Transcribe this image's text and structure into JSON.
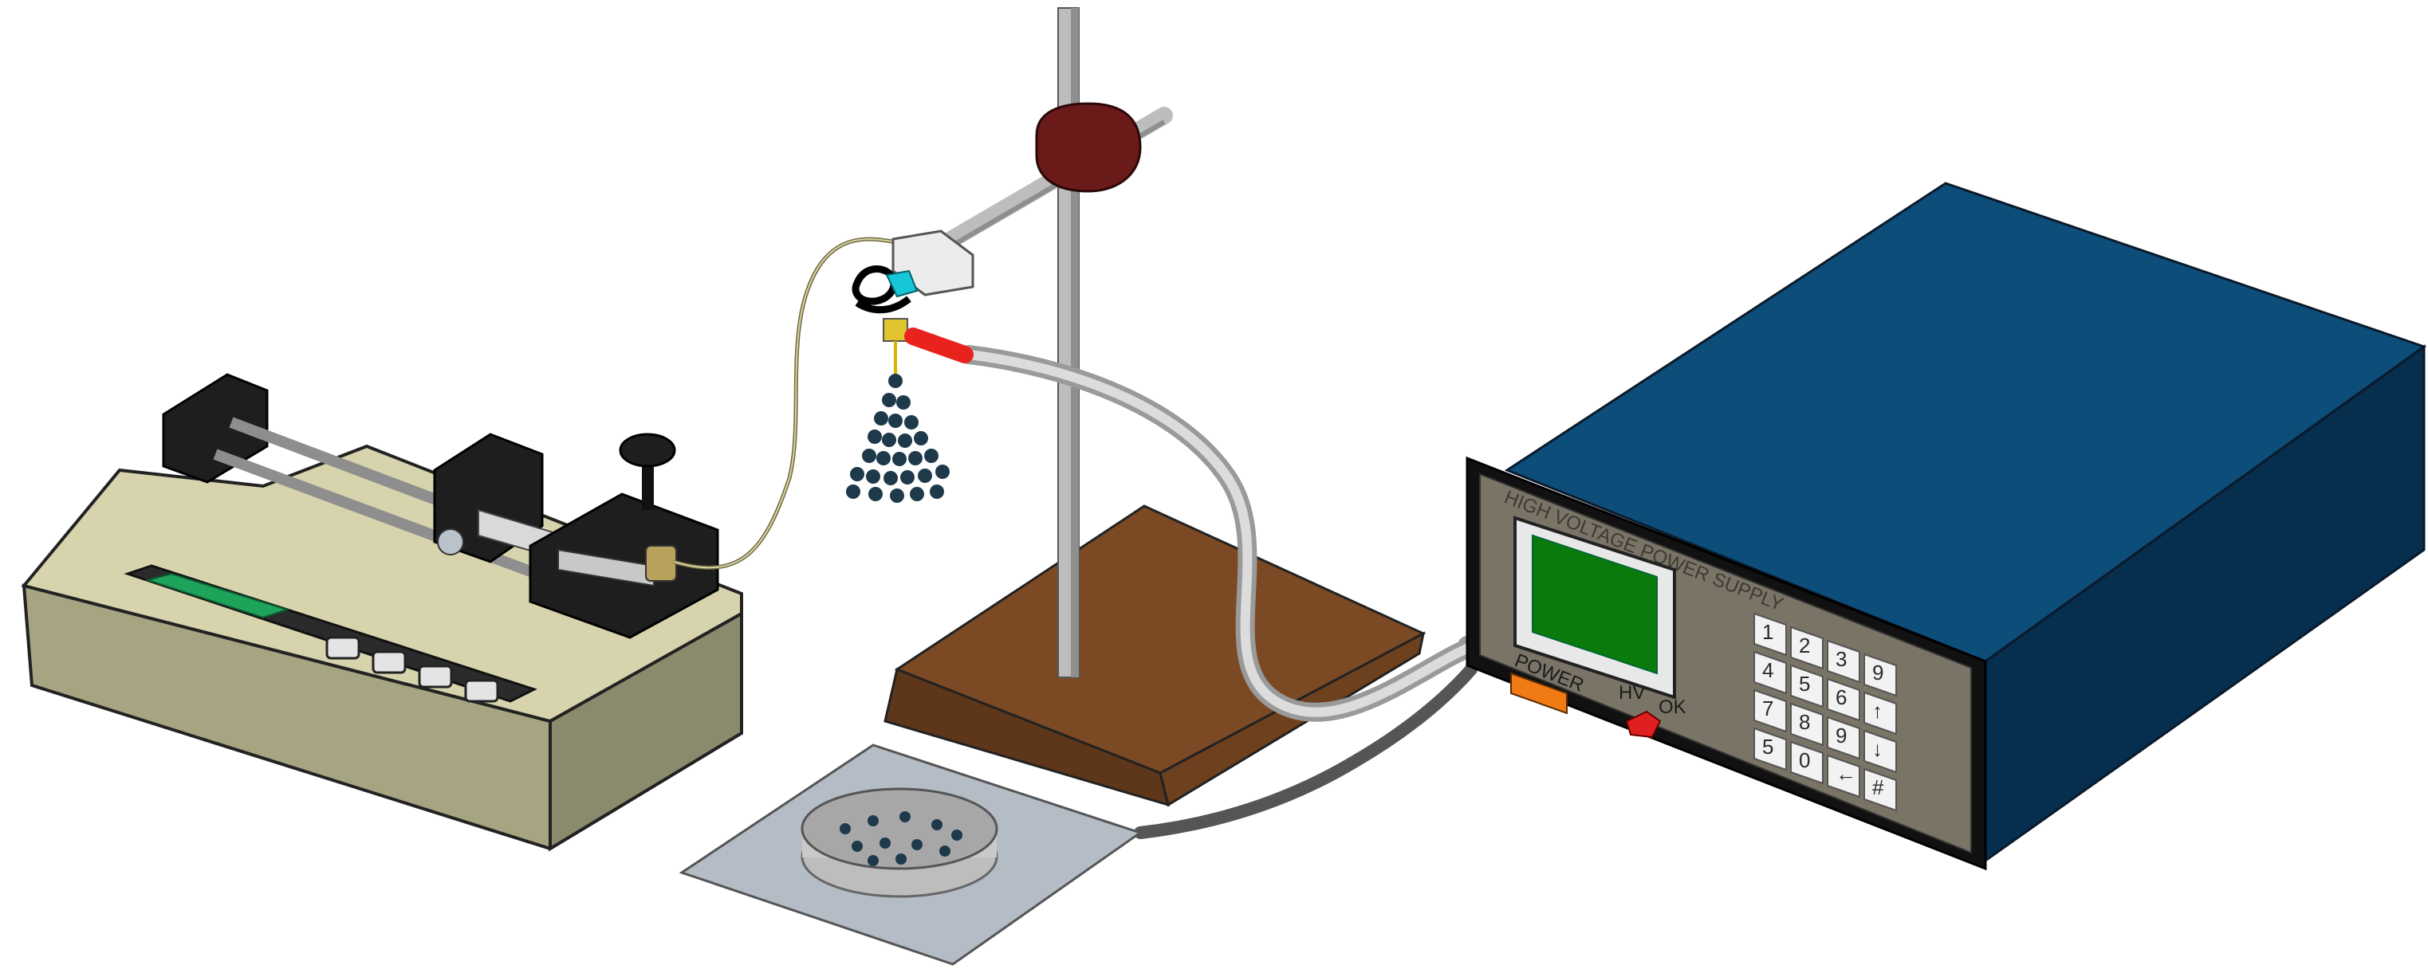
{
  "syringe_pump": {
    "buttons": [
      "",
      "",
      "",
      ""
    ]
  },
  "hv_supply": {
    "title_label": "HIGH VOLTAGE POWER SUPPLY",
    "power_label": "POWER",
    "hv_label": "HV",
    "ok_label": "OK",
    "keypad": [
      "1",
      "2",
      "3",
      "9",
      "4",
      "5",
      "6",
      "↑",
      "7",
      "8",
      "9",
      "↓",
      "5",
      "0",
      "←",
      "#"
    ]
  },
  "colors": {
    "pump_body": "#d6d3ad",
    "pump_dark": "#a7a482",
    "stand_base": "#7b4a25",
    "stand_clamp": "#6b1a1a",
    "supply_top": "#0d4d7a",
    "supply_side": "#062e4f",
    "supply_panel": "#7a7467",
    "screen": "#0a7a0a",
    "power_button": "#f07a14",
    "hv_button": "#e02020",
    "collector_plate": "#b4bcc6",
    "droplets": "#1e3a4a",
    "tip_red": "#e8231d"
  }
}
